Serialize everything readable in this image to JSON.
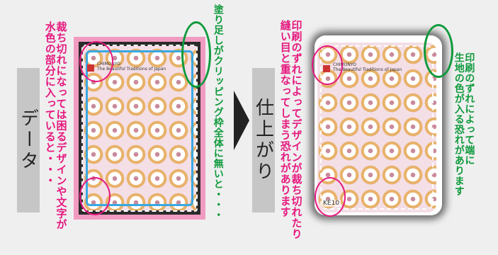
{
  "labels": {
    "data_tab": "データ",
    "result_tab": "仕上がり",
    "left_warning": "裁ち切れになっては困るデザインや文字が水色の部分に入っていると・・・",
    "left_warning_lines": [
      "裁ち切れになっては困るデザインや文字が",
      "水色の部分に入っていると・・・"
    ],
    "bleed_note": "塗り足しがクリッピング枠全体に無いと・・・",
    "middle_warning_lines": [
      "印刷のずれによってデザインが裁ち切れたり",
      "縫い目と重なってしまう恐れがあります"
    ],
    "right_warning_lines": [
      "印刷のずれによって端に",
      "生地の色が入る恐れがあります"
    ]
  },
  "card": {
    "brand": "CHIMONYO",
    "tagline": "The Beautiful Traditions of Japan",
    "code": "KE10"
  },
  "colors": {
    "magenta": "#e6197f",
    "green": "#0f9a3c",
    "bleed_pink": "#f29bc1",
    "safe_blue": "#3aa8e0",
    "gray_tab": "#c6c6c6",
    "arrow": "#222222"
  }
}
